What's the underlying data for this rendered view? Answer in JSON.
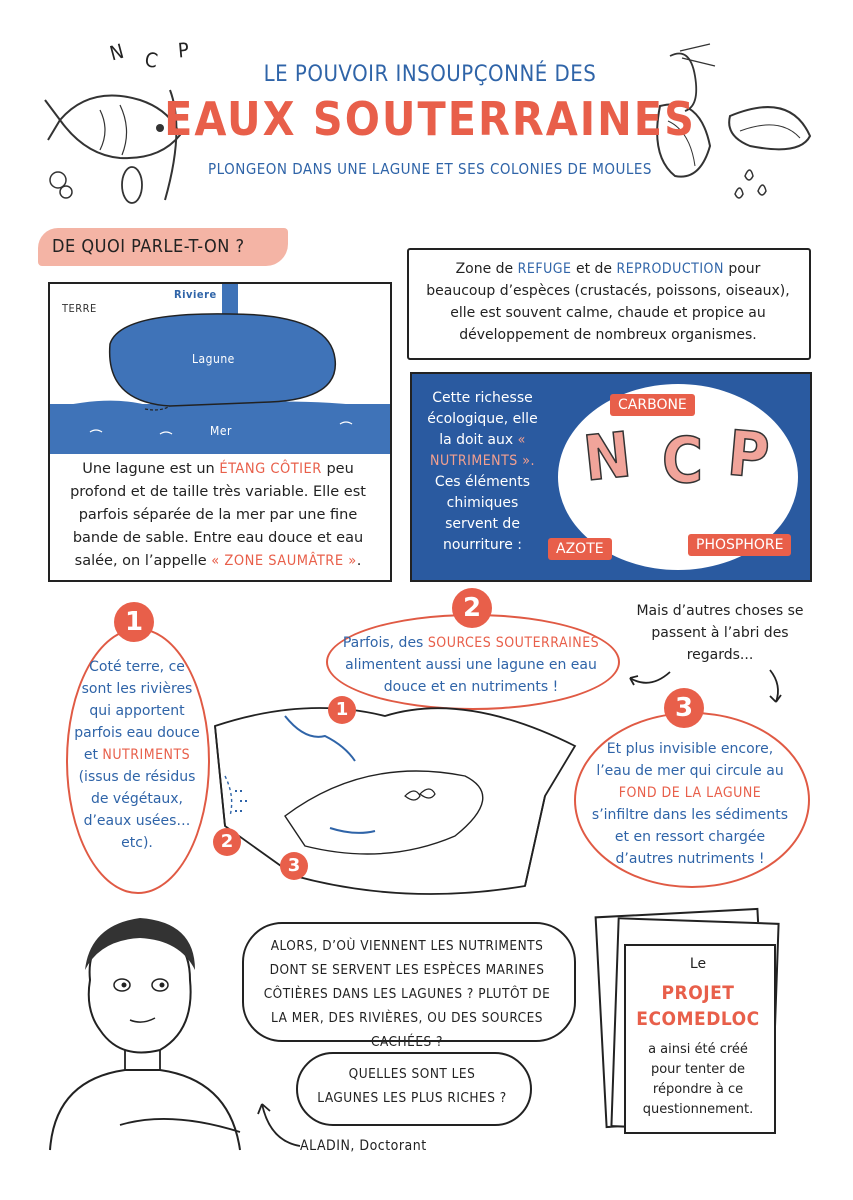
{
  "header": {
    "title_top": "Le pouvoir insoupçonné des",
    "title_main": "Eaux Souterraines",
    "subtitle": "Plongeon dans une lagune et ses colonies de moules",
    "deco_letters": [
      "N",
      "C",
      "P"
    ]
  },
  "section": {
    "label": "De quoi parle-t-on ?"
  },
  "lagoon_diagram": {
    "terre": "TERRE",
    "riviere": "Riviere",
    "lagune": "Lagune",
    "mer": "Mer"
  },
  "lagoon_text": {
    "p1": "Une lagune est un ",
    "h1": "ÉTANG CÔTIER",
    "p2": " peu profond et de taille très variable. Elle est parfois séparée de la mer par une fine bande de sable. Entre eau douce et eau salée, on l’appelle ",
    "h2": "« ZONE SAUMÂTRE »",
    "p3": "."
  },
  "refuge_text": {
    "p1": "Zone de ",
    "h1": "REFUGE",
    "p2": " et de ",
    "h2": "REPRODUCTION",
    "p3": " pour beaucoup d’espèces (crustacés, poissons, oiseaux), elle est souvent calme, chaude et propice au développement de nombreux organismes."
  },
  "ncp_box": {
    "p1": "Cette richesse écologique, elle la doit aux ",
    "h1": "« NUTRIMENTS ».",
    "p2": " Ces éléments chimiques servent de nourriture :",
    "carbone": "CARBONE",
    "azote": "AZOTE",
    "phosphore": "PHOSPHORE",
    "letters": [
      "N",
      "C",
      "P"
    ]
  },
  "bubbles": {
    "b1": {
      "num": "1",
      "p1": "Coté terre, ce sont les rivières qui apportent parfois eau douce et ",
      "h1": "NUTRIMENTS",
      "p2": " (issus de résidus de végétaux, d’eaux usées… etc)."
    },
    "b2": {
      "num": "2",
      "p1": "Parfois, des ",
      "h1": "SOURCES SOUTERRAINES",
      "p2": " alimentent aussi une lagune en eau douce et en nutriments !"
    },
    "b3": {
      "num": "3",
      "p1": "Et plus invisible encore, l’eau de mer qui circule au ",
      "h1": "FOND DE LA LAGUNE",
      "p2": " s’infiltre dans les sédiments et en ressort chargée d’autres nutriments !"
    },
    "aside": "Mais d’autres choses se passent à l’abri des regards..."
  },
  "diagram_numbers": [
    "1",
    "2",
    "3"
  ],
  "questions": {
    "q1": "Alors, d’où viennent les nutriments dont se servent les espèces marines côtières dans les lagunes ? Plutôt de la mer, des rivières, ou des sources cachées ?",
    "q2": "Quelles sont les lagunes les plus riches ?",
    "character": "ALADIN, Doctorant"
  },
  "project": {
    "le": "Le",
    "name1": "PROJET",
    "name2": "ECOMEDLOC",
    "text": "a ainsi été créé pour tenter de répondre à ce questionnement."
  },
  "colors": {
    "red": "#e85f4a",
    "blue": "#2f64a8",
    "navy": "#2a5aa0",
    "pink": "#f4b4a5"
  }
}
